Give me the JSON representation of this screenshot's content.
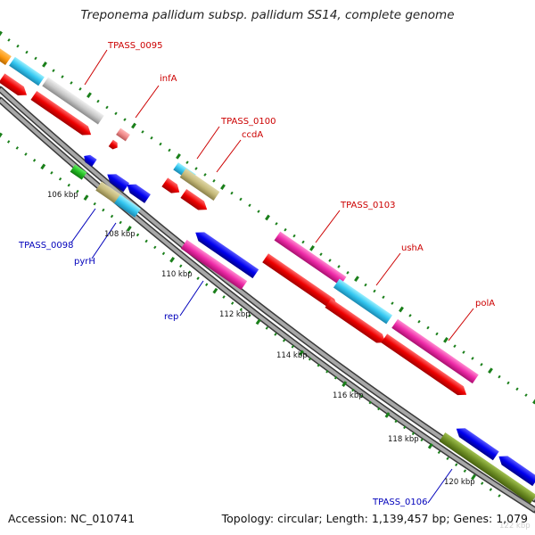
{
  "title": "Treponema pallidum subsp. pallidum SS14, complete genome",
  "accession_text": "Accession: NC_010741",
  "topology_text": "Topology: circular; Length: 1,139,457 bp; Genes: 1,079",
  "watermark": "122 kbp",
  "colors": {
    "backbone": "#9a9a9a",
    "backbone_edge": "#3a3a3a",
    "tick": "#1a7f1a",
    "label_forward": "#cc0000",
    "label_reverse": "#0000bb"
  },
  "kbp_labels": [
    "106 kbp",
    "108 kbp",
    "110 kbp",
    "112 kbp",
    "114 kbp",
    "116 kbp",
    "118 kbp",
    "120 kbp"
  ],
  "gene_labels": {
    "tpass_0095": "TPASS_0095",
    "infa": "infA",
    "tpass_0100": "TPASS_0100",
    "ccda": "ccdA",
    "tpass_0103": "TPASS_0103",
    "usha": "ushA",
    "pola": "polA",
    "tpass_0098": "TPASS_0098",
    "pyrh": "pyrH",
    "rep": "rep",
    "tpass_0106": "TPASS_0106"
  }
}
